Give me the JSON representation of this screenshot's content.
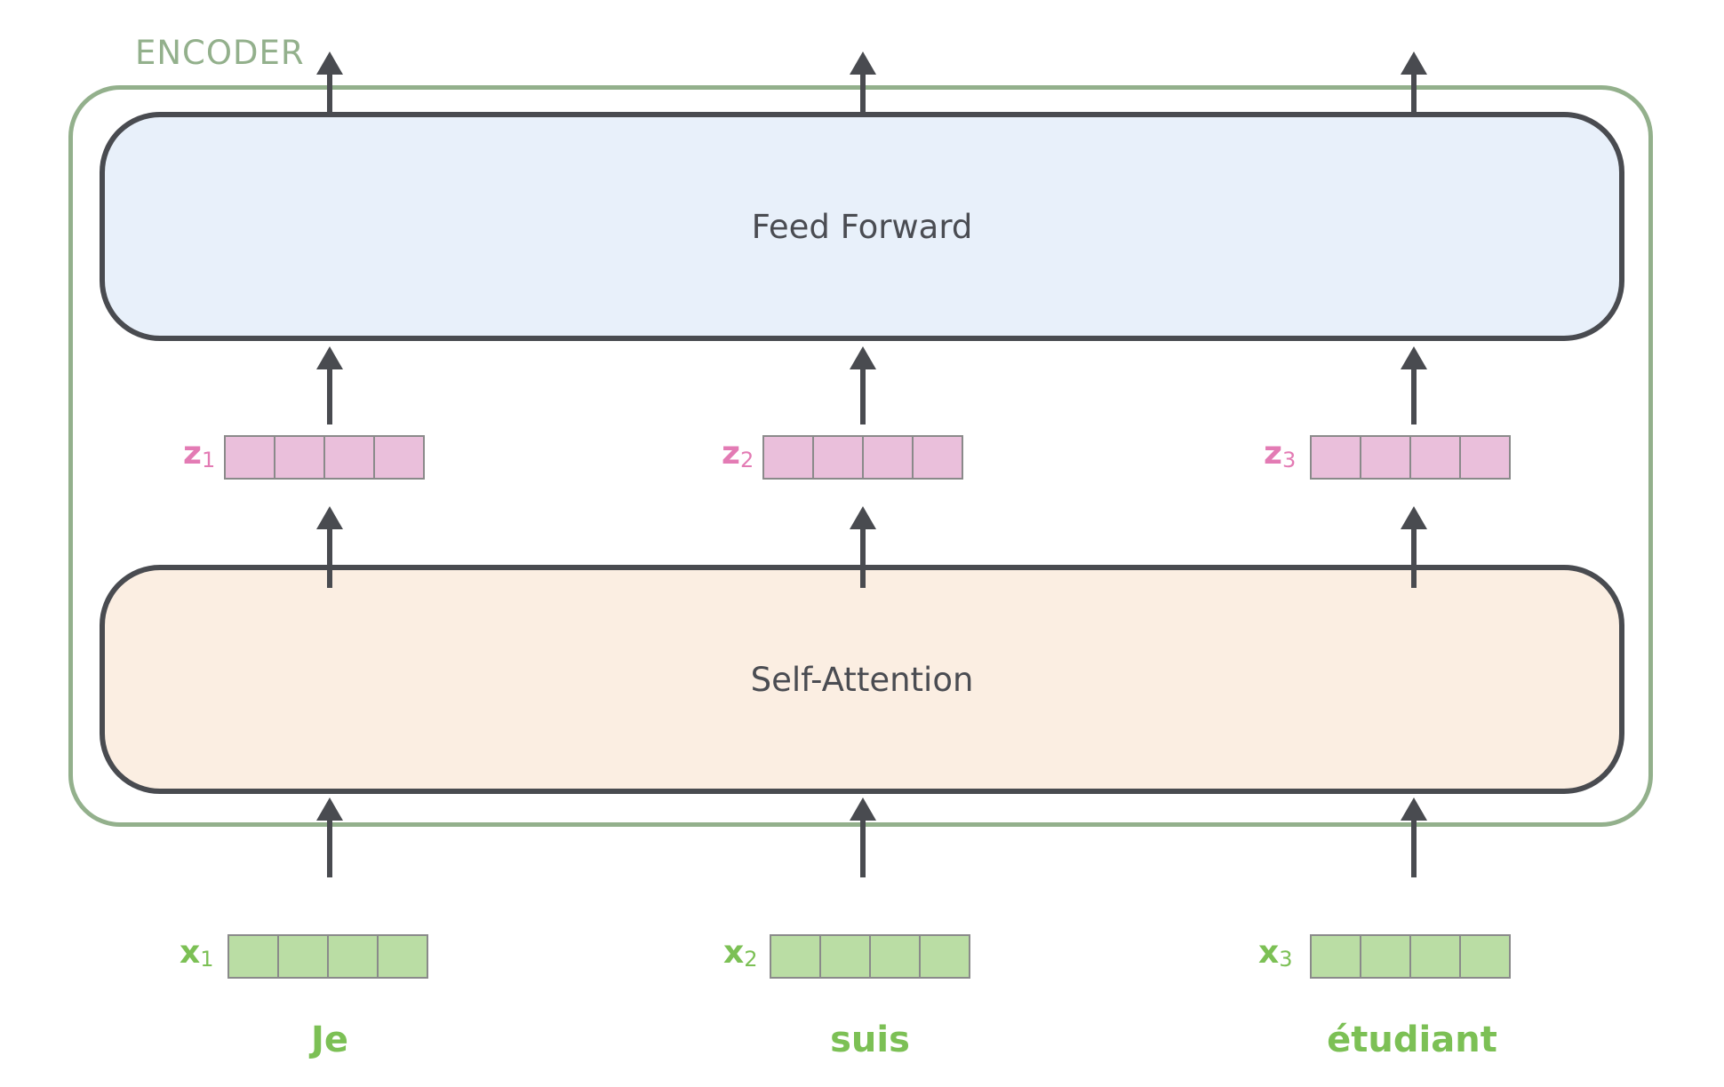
{
  "diagram": {
    "encoder_label": "ENCODER",
    "feed_forward_label": "Feed Forward",
    "self_attention_label": "Self-Attention"
  },
  "columns": [
    {
      "z_base": "z",
      "z_sub": "1",
      "x_base": "x",
      "x_sub": "1",
      "word": "Je"
    },
    {
      "z_base": "z",
      "z_sub": "2",
      "x_base": "x",
      "x_sub": "2",
      "word": "suis"
    },
    {
      "z_base": "z",
      "z_sub": "3",
      "x_base": "x",
      "x_sub": "3",
      "word": "étudiant"
    }
  ],
  "colors": {
    "encoder_frame": "#93b08c",
    "feed_forward_fill": "#e8f0fa",
    "self_attention_fill": "#fbeee2",
    "z_vector": "#eabfdb",
    "x_vector": "#badda4",
    "word": "#7cc055",
    "z_label": "#e37bb4"
  }
}
